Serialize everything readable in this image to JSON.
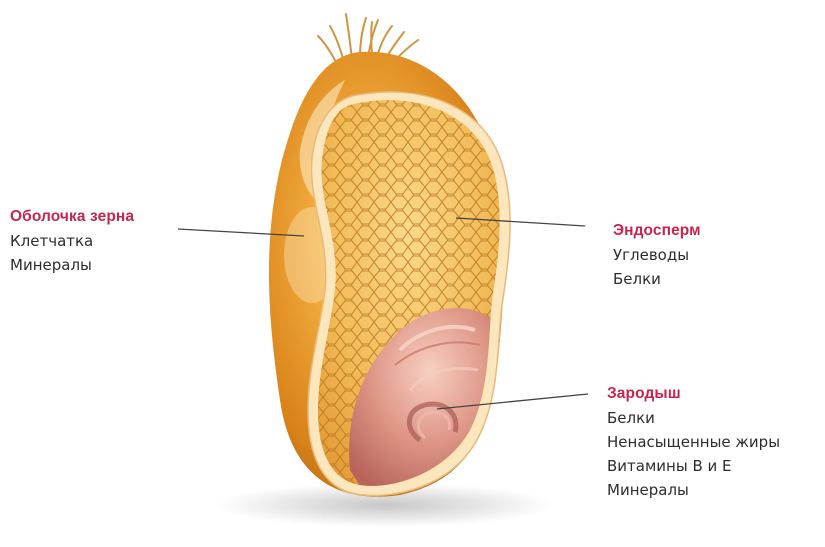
{
  "colors": {
    "title_accent": "#c8254d",
    "body_text": "#2d2d2d",
    "leader_line": "#444444",
    "hull_orange": "#e0901c",
    "endosperm_fill": "#f2bd56",
    "germ_pink": "#d8877a"
  },
  "labels": {
    "shell": {
      "title": "Оболочка зерна",
      "items": [
        "Клетчатка",
        "Минералы"
      ]
    },
    "endosperm": {
      "title": "Эндосперм",
      "items": [
        "Углеводы",
        "Белки"
      ]
    },
    "germ": {
      "title": "Зародыш",
      "items": [
        "Белки",
        "Ненасыщенные жиры",
        "Витамины В и Е",
        "Минералы"
      ]
    }
  }
}
